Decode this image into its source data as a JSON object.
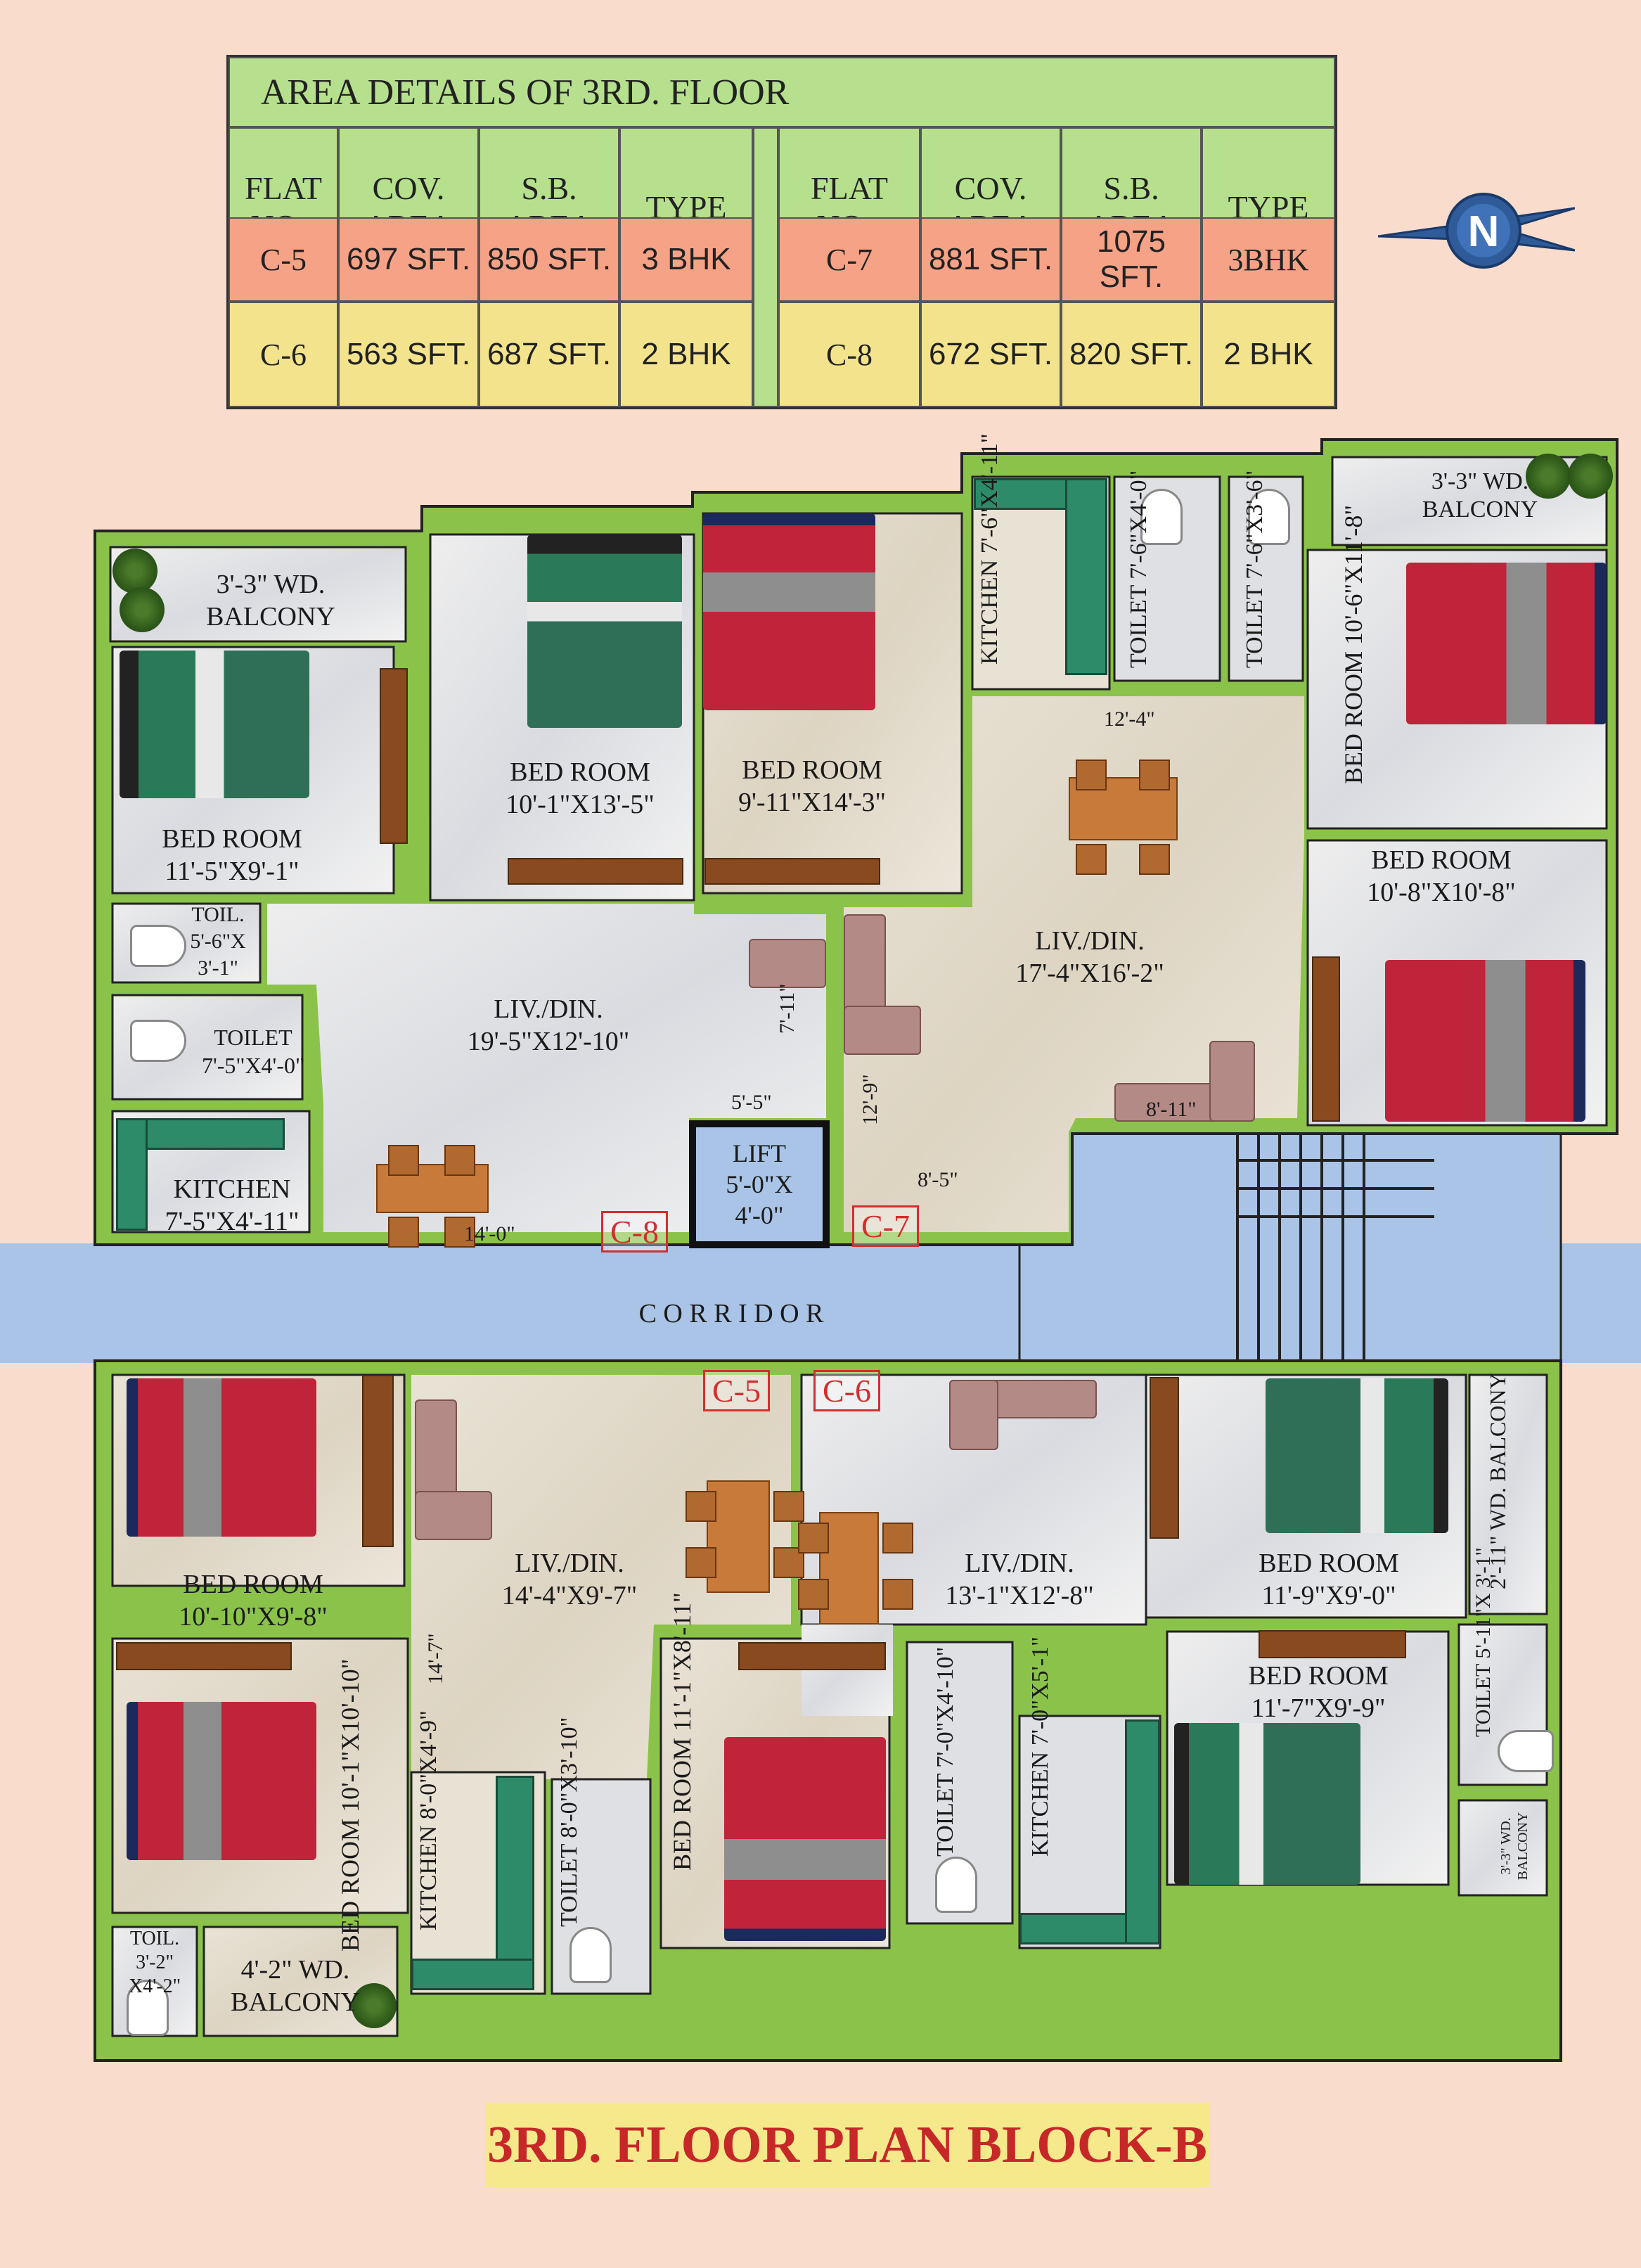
{
  "table": {
    "title": "AREA DETAILS OF 3RD. FLOOR",
    "headers": [
      "FLAT NO.-",
      "COV. AREA",
      "S.B. AREA",
      "TYPE"
    ],
    "left_rows": [
      {
        "flat": "C-5",
        "cov": "697 SFT.",
        "sb": "850 SFT.",
        "type": "3 BHK"
      },
      {
        "flat": "C-6",
        "cov": "563 SFT.",
        "sb": "687 SFT.",
        "type": "2 BHK"
      }
    ],
    "right_rows": [
      {
        "flat": "C-7",
        "cov": "881 SFT.",
        "sb": "1075 SFT.",
        "type": "3BHK"
      },
      {
        "flat": "C-8",
        "cov": "672 SFT.",
        "sb": "820 SFT.",
        "type": "2 BHK"
      }
    ]
  },
  "north_symbol": "N",
  "corridor": "C O R R I D O R",
  "lift": {
    "name": "LIFT",
    "dim1": "5'-0\"X",
    "dim2": "4'-0\""
  },
  "flats": {
    "c5": "C-5",
    "c6": "C-6",
    "c7": "C-7",
    "c8": "C-8"
  },
  "c8": {
    "balcony": [
      "3'-3\" WD.",
      "BALCONY"
    ],
    "bed1": [
      "BED ROOM",
      "11'-5\"X9'-1\""
    ],
    "bed2": [
      "BED ROOM",
      "10'-1\"X13'-5\""
    ],
    "toil": [
      "TOIL.",
      "5'-6\"X",
      "3'-1\""
    ],
    "toilet": [
      "TOILET",
      "7'-5\"X4'-0\""
    ],
    "kitchen": [
      "KITCHEN",
      "7'-5\"X4'-11\""
    ],
    "liv": [
      "LIV./DIN.",
      "19'-5\"X12'-10\""
    ],
    "dim_14": "14'-0\"",
    "dim_55": "5'-5\"",
    "dim_71": "7'-11\""
  },
  "c7": {
    "bed1": [
      "BED ROOM",
      "9'-11\"X14'-3\""
    ],
    "kitchen": "KITCHEN 7'-6\"X4'-11\"",
    "toilet1": "TOILET 7'-6\"X4'-0\"",
    "toilet2": "TOILET 7'-6\"X3'-6\"",
    "balcony": [
      "3'-3\" WD.",
      "BALCONY"
    ],
    "bed2": "BED ROOM 10'-6\"X11'-8\"",
    "bed3": [
      "BED ROOM",
      "10'-8\"X10'-8\""
    ],
    "liv": [
      "LIV./DIN.",
      "17'-4\"X16'-2\""
    ],
    "dim_124": "12'-4\"",
    "dim_129": "12'-9\"",
    "dim_811": "8'-11\"",
    "dim_85": "8'-5\""
  },
  "c5": {
    "bed1": [
      "BED ROOM",
      "10'-10\"X9'-8\""
    ],
    "liv": [
      "LIV./DIN.",
      "14'-4\"X9'-7\""
    ],
    "dim_147": "14'-7\"",
    "bed2": "BED ROOM 10'-1\"X10'-10\"",
    "kitchen": "KITCHEN 8'-0\"X4'-9\"",
    "toilet": "TOILET 8'-0\"X3'-10\"",
    "bed3": "BED ROOM 11'-1\"X8'-11\"",
    "toil": [
      "TOIL.",
      "3'-2\"",
      "X4'-2\""
    ],
    "balcony": [
      "4'-2\" WD.",
      "BALCONY"
    ]
  },
  "c6": {
    "liv": [
      "LIV./DIN.",
      "13'-1\"X12'-8\""
    ],
    "bed1": [
      "BED ROOM",
      "11'-9\"X9'-0\""
    ],
    "balcony1": "2'-11\" WD. BALCONY",
    "bed2": [
      "BED ROOM",
      "11'-7\"X9'-9\""
    ],
    "toilet1": "TOILET 7'-0\"X4'-10\"",
    "kitchen": "KITCHEN 7'-0\"X5'-1\"",
    "toilet2": "TOILET 5'-11\"X 3'-1\"",
    "balcony2": "3'-3\" WD. BALCONY"
  },
  "footer_title": "3RD. FLOOR PLAN BLOCK-B",
  "colors": {
    "wall": "#8bc34a",
    "corridor": "#a9c4e6",
    "marble": "#e8e2d4",
    "header": "#b6e08e",
    "row1": "#f6a287",
    "row2": "#f3e38c",
    "title_bg": "#f5e98c",
    "title_text": "#c62828"
  }
}
